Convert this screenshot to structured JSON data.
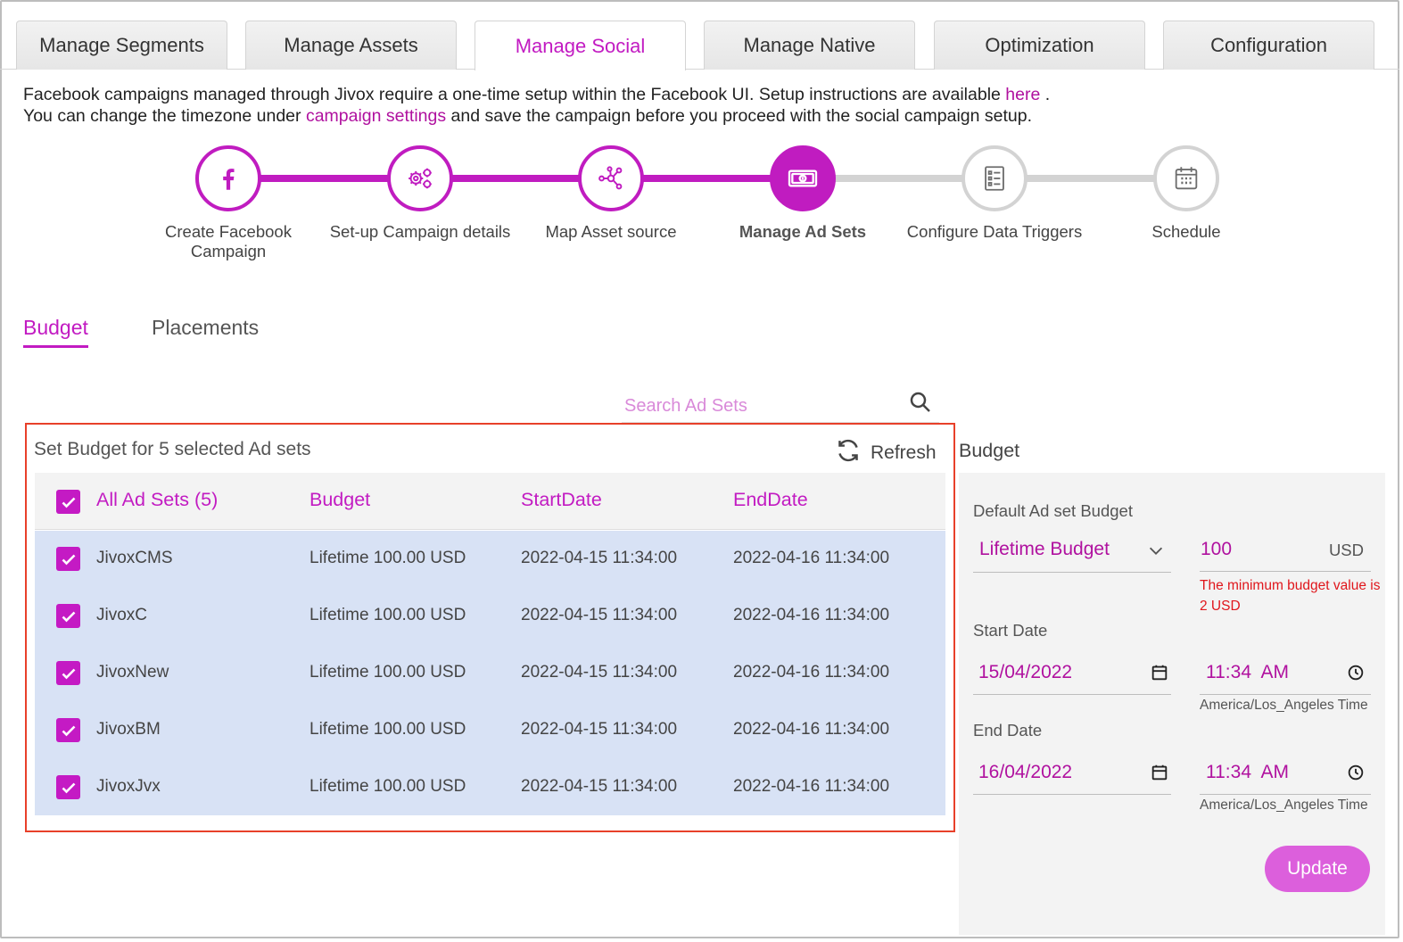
{
  "tabs": [
    {
      "label": "Manage Segments",
      "active": false
    },
    {
      "label": "Manage Assets",
      "active": false
    },
    {
      "label": "Manage Social",
      "active": true
    },
    {
      "label": "Manage Native",
      "active": false
    },
    {
      "label": "Optimization",
      "active": false
    },
    {
      "label": "Configuration",
      "active": false
    }
  ],
  "info": {
    "line1_text": "Facebook campaigns managed through Jivox require a one-time setup within the Facebook UI. Setup instructions are available ",
    "line1_link": "here",
    "line1_end": " .",
    "line2_text": "You can change the timezone under ",
    "line2_link": "campaign settings",
    "line2_end": " and save the campaign before you proceed with the social campaign setup."
  },
  "steps": [
    {
      "label": "Create Facebook Campaign",
      "icon": "facebook-icon",
      "state": "done"
    },
    {
      "label": "Set-up Campaign details",
      "icon": "gears-icon",
      "state": "done"
    },
    {
      "label": "Map Asset source",
      "icon": "network-icon",
      "state": "done"
    },
    {
      "label": "Manage Ad Sets",
      "icon": "money-icon",
      "state": "current"
    },
    {
      "label": "Configure Data Triggers",
      "icon": "checklist-icon",
      "state": "pending"
    },
    {
      "label": "Schedule",
      "icon": "calendar-icon",
      "state": "pending"
    }
  ],
  "subtabs": {
    "budget": "Budget",
    "placements": "Placements"
  },
  "search": {
    "placeholder": "Search Ad Sets"
  },
  "table": {
    "title": "Set Budget for 5 selected Ad sets",
    "refresh_label": "Refresh",
    "headers": {
      "all": "All Ad Sets (5)",
      "budget": "Budget",
      "start": "StartDate",
      "end": "EndDate"
    },
    "rows": [
      {
        "name": "JivoxCMS",
        "budget": "Lifetime 100.00 USD",
        "start": "2022-04-15 11:34:00",
        "end": "2022-04-16 11:34:00",
        "checked": true
      },
      {
        "name": "JivoxC",
        "budget": "Lifetime 100.00 USD",
        "start": "2022-04-15 11:34:00",
        "end": "2022-04-16 11:34:00",
        "checked": true
      },
      {
        "name": "JivoxNew",
        "budget": "Lifetime 100.00 USD",
        "start": "2022-04-15 11:34:00",
        "end": "2022-04-16 11:34:00",
        "checked": true
      },
      {
        "name": "JivoxBM",
        "budget": "Lifetime 100.00 USD",
        "start": "2022-04-15 11:34:00",
        "end": "2022-04-16 11:34:00",
        "checked": true
      },
      {
        "name": "JivoxJvx",
        "budget": "Lifetime 100.00 USD",
        "start": "2022-04-15 11:34:00",
        "end": "2022-04-16 11:34:00",
        "checked": true
      }
    ]
  },
  "panel": {
    "title": "Budget",
    "default_label": "Default Ad set Budget",
    "budget_type": "Lifetime Budget",
    "amount": "100",
    "currency": "USD",
    "error": "The minimum budget value is 2 USD",
    "start_label": "Start Date",
    "start_date": "15/04/2022",
    "start_time": "11:34  AM",
    "end_label": "End Date",
    "end_date": "16/04/2022",
    "end_time": "11:34  AM",
    "timezone": "America/Los_Angeles Time",
    "update_label": "Update"
  },
  "colors": {
    "accent": "#c21bc2",
    "row_bg": "#d8e2f5",
    "highlight": "#e8402a",
    "update_bg": "#dc5fdc"
  }
}
